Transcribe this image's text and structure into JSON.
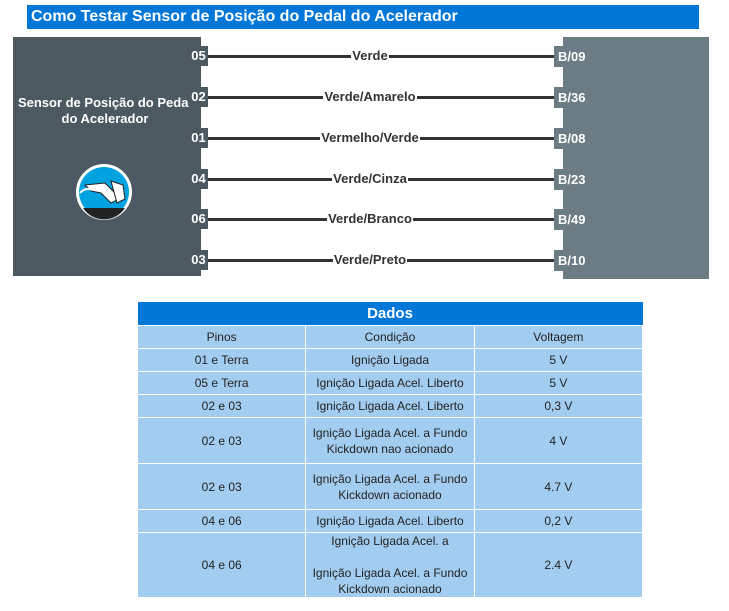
{
  "title": "Como Testar Sensor de Posição do Pedal do Acelerador",
  "sensor": {
    "name": "Sensor de Posição do Pedal do Acelerador",
    "icon": "accelerator-pedal-icon"
  },
  "wires": [
    {
      "pin": "05",
      "color": "Verde",
      "ecu": "B/09"
    },
    {
      "pin": "02",
      "color": "Verde/Amarelo",
      "ecu": "B/36"
    },
    {
      "pin": "01",
      "color": "Vermelho/Verde",
      "ecu": "B/08"
    },
    {
      "pin": "04",
      "color": "Verde/Cinza",
      "ecu": "B/23"
    },
    {
      "pin": "06",
      "color": "Verde/Branco",
      "ecu": "B/49"
    },
    {
      "pin": "03",
      "color": "Verde/Preto",
      "ecu": "B/10"
    }
  ],
  "table": {
    "title": "Dados",
    "headers": [
      "Pinos",
      "Condição",
      "Voltagem"
    ],
    "rows": [
      [
        "01 e Terra",
        "Ignição Ligada",
        "5 V"
      ],
      [
        "05 e Terra",
        "Ignição Ligada Acel. Liberto",
        "5 V"
      ],
      [
        "02 e 03",
        "Ignição Ligada Acel. Liberto",
        "0,3 V"
      ],
      [
        "02 e 03",
        "Ignição Ligada  Acel. a Fundo Kickdown nao acionado",
        "4 V"
      ],
      [
        "02 e 03",
        "Ignição Ligada  Acel. a Fundo Kickdown acionado",
        "4.7 V"
      ],
      [
        "04 e 06",
        "Ignição Ligada Acel. Liberto",
        "0,2 V"
      ],
      [
        "04 e 06",
        "Ignição Ligada  Acel. a\n\nIgnição Ligada  Acel. a Fundo Kickdown acionado",
        "2.4 V"
      ]
    ]
  }
}
